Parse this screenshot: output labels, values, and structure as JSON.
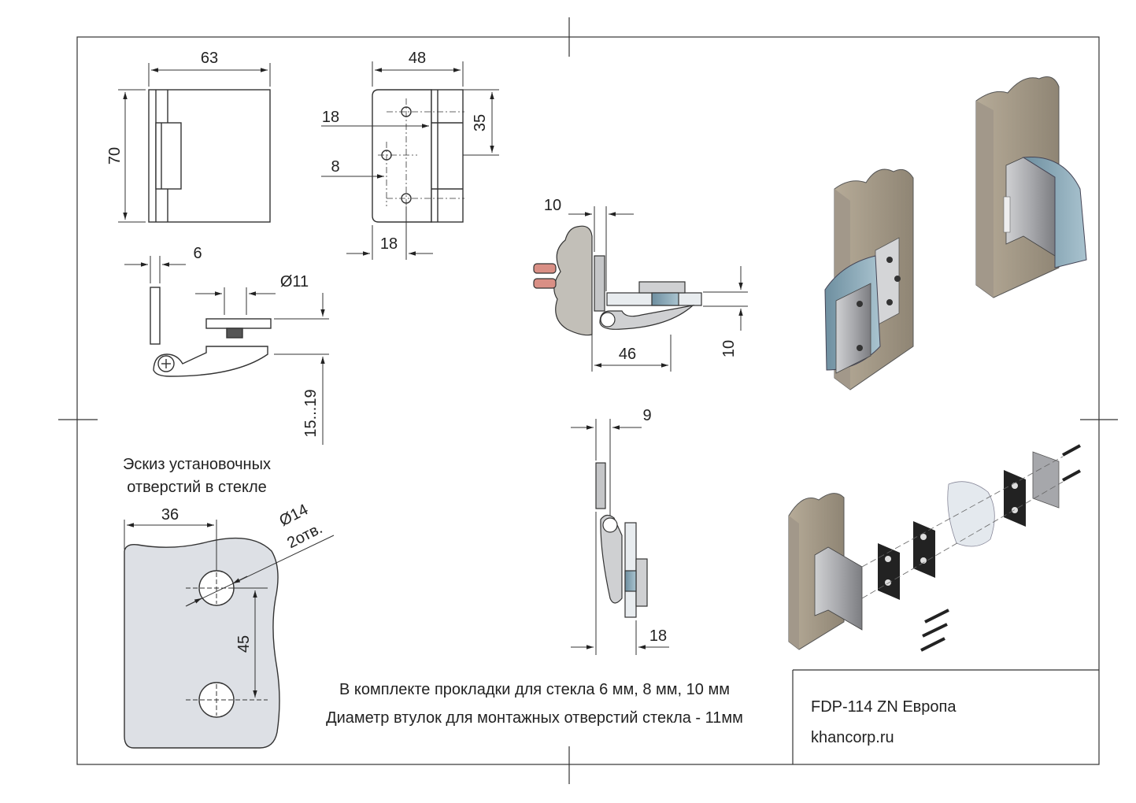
{
  "drawing": {
    "dims_front": {
      "width": "63",
      "height": "70"
    },
    "dims_mount_plate": {
      "width": "48",
      "top_offset": "18",
      "mid_offset": "8",
      "bottom_offset": "18",
      "hole_spacing": "35"
    },
    "dims_side": {
      "offset": "6",
      "diameter": "Ø11",
      "glass_range": "15...19"
    },
    "dims_wall_view": {
      "gap": "10",
      "depth": "46",
      "glass": "10"
    },
    "dims_vertical_view": {
      "top": "9",
      "bottom": "18"
    },
    "sketch": {
      "title_line1": "Эскиз установочных",
      "title_line2": "отверстий в стекле",
      "hole_offset": "36",
      "hole_diameter": "Ø14",
      "hole_count": "2отв.",
      "hole_spacing": "45"
    },
    "notes": {
      "line1": "В комплекте прокладки для стекла 6 мм, 8 мм, 10 мм",
      "line2": "Диаметр втулок для монтажных отверстий стекла  - 11мм"
    },
    "title_block": {
      "model": "FDP-114 ZN Европа",
      "site": "khancorp.ru"
    }
  }
}
